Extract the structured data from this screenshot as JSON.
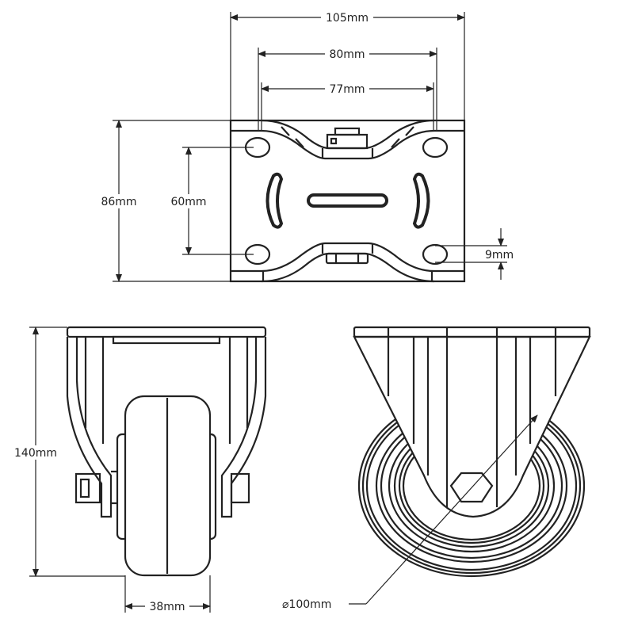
{
  "dimensions": {
    "overall_width": "105mm",
    "hole_spacing_outer": "80mm",
    "hole_spacing_inner": "77mm",
    "plate_depth": "86mm",
    "hole_spacing_depth": "60mm",
    "hole_diameter": "9mm",
    "total_height": "140mm",
    "wheel_width": "38mm",
    "wheel_diameter": "⌀100mm"
  },
  "colors": {
    "line": "#222222",
    "background": "#ffffff"
  }
}
